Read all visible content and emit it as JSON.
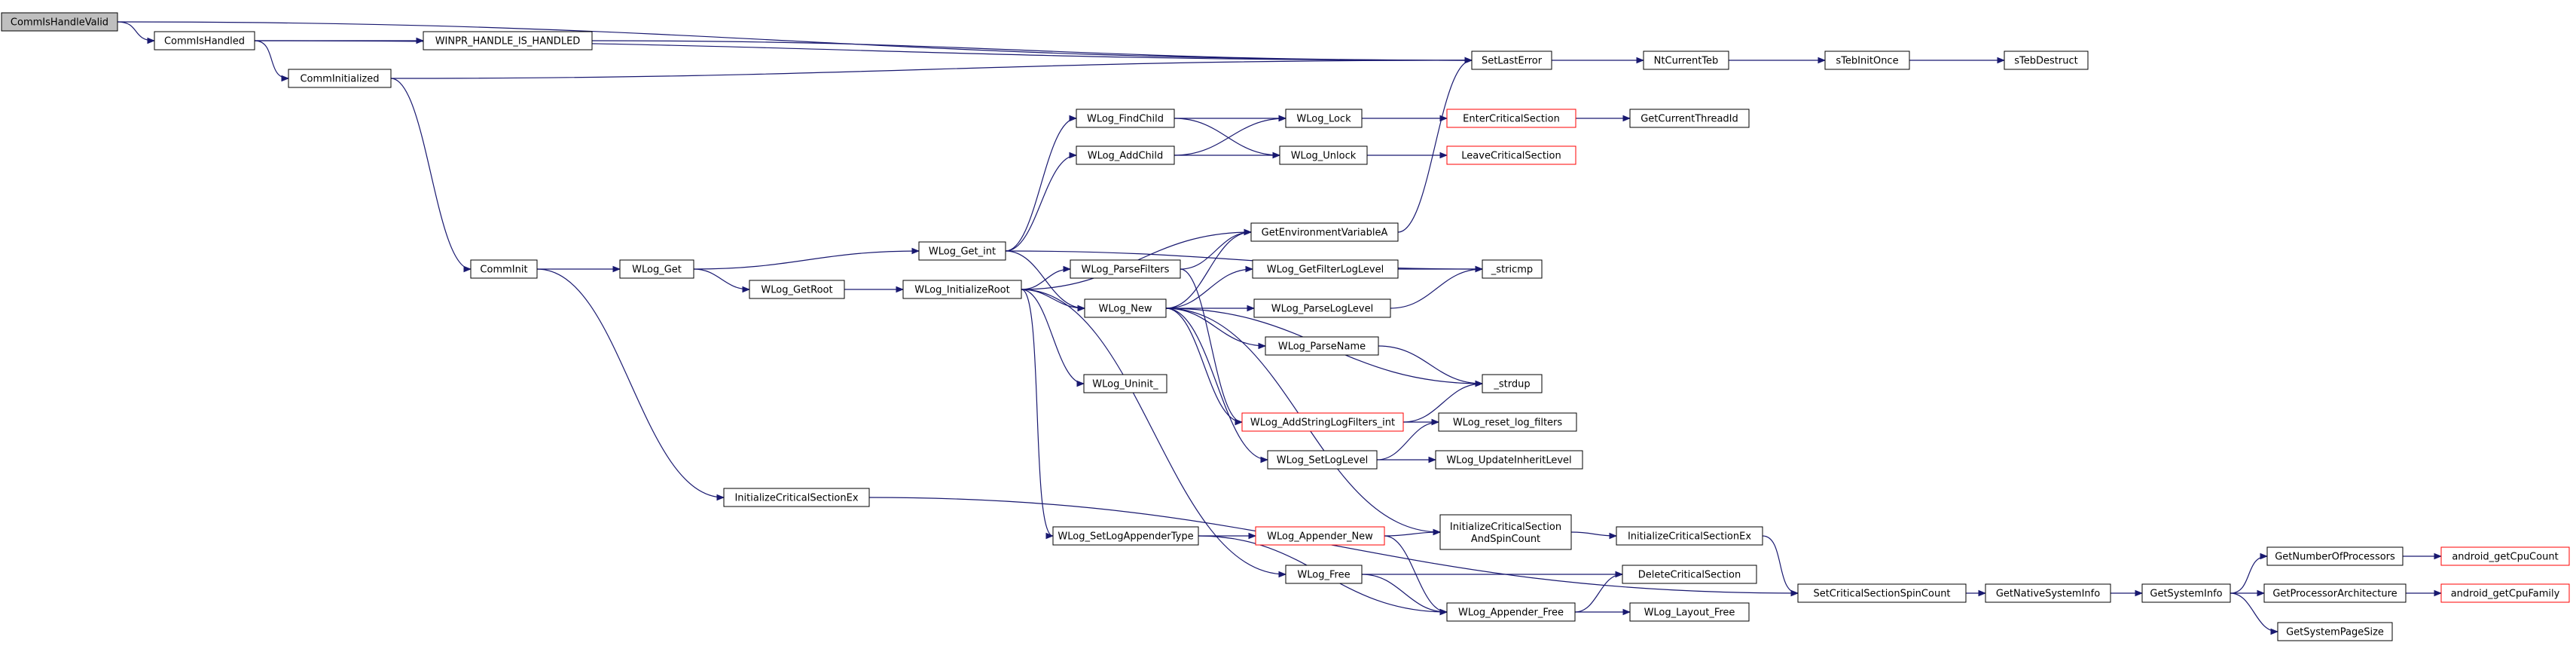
{
  "colors": {
    "edge": "#191970",
    "node_border": "#000000",
    "node_border_truncated": "#ff0000",
    "node_fill": "#ffffff",
    "root_fill": "#bfbfbf",
    "text": "#000000",
    "text_truncated": "#ff0000"
  },
  "graph": {
    "root": "CommIsHandleValid",
    "nodes": [
      {
        "id": "CommIsHandleValid",
        "label": "CommIsHandleValid",
        "root": true
      },
      {
        "id": "CommIsHandled",
        "label": "CommIsHandled"
      },
      {
        "id": "CommInitialized",
        "label": "CommInitialized"
      },
      {
        "id": "WINPR_HANDLE_IS_HANDLED",
        "label": "WINPR_HANDLE_IS_HANDLED"
      },
      {
        "id": "SetLastError",
        "label": "SetLastError"
      },
      {
        "id": "NtCurrentTeb",
        "label": "NtCurrentTeb"
      },
      {
        "id": "sTebInitOnce",
        "label": "sTebInitOnce"
      },
      {
        "id": "sTebDestruct",
        "label": "sTebDestruct"
      },
      {
        "id": "CommInit",
        "label": "CommInit"
      },
      {
        "id": "WLog_Get",
        "label": "WLog_Get"
      },
      {
        "id": "WLog_GetRoot",
        "label": "WLog_GetRoot"
      },
      {
        "id": "WLog_Get_int",
        "label": "WLog_Get_int"
      },
      {
        "id": "WLog_InitializeRoot",
        "label": "WLog_InitializeRoot"
      },
      {
        "id": "WLog_FindChild",
        "label": "WLog_FindChild"
      },
      {
        "id": "WLog_AddChild",
        "label": "WLog_AddChild"
      },
      {
        "id": "WLog_Lock",
        "label": "WLog_Lock"
      },
      {
        "id": "WLog_Unlock",
        "label": "WLog_Unlock"
      },
      {
        "id": "EnterCriticalSection",
        "label": "EnterCriticalSection",
        "truncated": true
      },
      {
        "id": "LeaveCriticalSection",
        "label": "LeaveCriticalSection",
        "truncated": true
      },
      {
        "id": "GetCurrentThreadId",
        "label": "GetCurrentThreadId"
      },
      {
        "id": "GetEnvironmentVariableA",
        "label": "GetEnvironmentVariableA"
      },
      {
        "id": "WLog_ParseFilters",
        "label": "WLog_ParseFilters"
      },
      {
        "id": "WLog_GetFilterLogLevel",
        "label": "WLog_GetFilterLogLevel"
      },
      {
        "id": "_stricmp",
        "label": "_stricmp"
      },
      {
        "id": "WLog_New",
        "label": "WLog_New"
      },
      {
        "id": "WLog_ParseLogLevel",
        "label": "WLog_ParseLogLevel"
      },
      {
        "id": "WLog_ParseName",
        "label": "WLog_ParseName"
      },
      {
        "id": "_strdup",
        "label": "_strdup"
      },
      {
        "id": "WLog_Uninit_",
        "label": "WLog_Uninit_"
      },
      {
        "id": "WLog_AddStringLogFilters_int",
        "label": "WLog_AddStringLogFilters_int",
        "truncated": true
      },
      {
        "id": "WLog_reset_log_filters",
        "label": "WLog_reset_log_filters"
      },
      {
        "id": "WLog_SetLogLevel",
        "label": "WLog_SetLogLevel"
      },
      {
        "id": "WLog_UpdateInheritLevel",
        "label": "WLog_UpdateInheritLevel"
      },
      {
        "id": "InitializeCriticalSectionEx_left",
        "label": "InitializeCriticalSectionEx"
      },
      {
        "id": "WLog_SetLogAppenderType",
        "label": "WLog_SetLogAppenderType"
      },
      {
        "id": "WLog_Appender_New",
        "label": "WLog_Appender_New",
        "truncated": true
      },
      {
        "id": "InitializeCriticalSectionAndSpinCount",
        "label": "InitializeCriticalSection\nAndSpinCount"
      },
      {
        "id": "InitializeCriticalSectionEx_right",
        "label": "InitializeCriticalSectionEx"
      },
      {
        "id": "WLog_Free",
        "label": "WLog_Free"
      },
      {
        "id": "DeleteCriticalSection",
        "label": "DeleteCriticalSection"
      },
      {
        "id": "WLog_Appender_Free",
        "label": "WLog_Appender_Free"
      },
      {
        "id": "WLog_Layout_Free",
        "label": "WLog_Layout_Free"
      },
      {
        "id": "SetCriticalSectionSpinCount",
        "label": "SetCriticalSectionSpinCount"
      },
      {
        "id": "GetNativeSystemInfo",
        "label": "GetNativeSystemInfo"
      },
      {
        "id": "GetSystemInfo",
        "label": "GetSystemInfo"
      },
      {
        "id": "GetNumberOfProcessors",
        "label": "GetNumberOfProcessors"
      },
      {
        "id": "GetProcessorArchitecture",
        "label": "GetProcessorArchitecture"
      },
      {
        "id": "GetSystemPageSize",
        "label": "GetSystemPageSize"
      },
      {
        "id": "android_getCpuCount",
        "label": "android_getCpuCount",
        "truncated": true
      },
      {
        "id": "android_getCpuFamily",
        "label": "android_getCpuFamily",
        "truncated": true
      }
    ],
    "edges": [
      [
        "CommIsHandleValid",
        "CommIsHandled"
      ],
      [
        "CommIsHandleValid",
        "SetLastError"
      ],
      [
        "CommIsHandled",
        "WINPR_HANDLE_IS_HANDLED"
      ],
      [
        "CommIsHandled",
        "SetLastError"
      ],
      [
        "CommIsHandled",
        "CommInitialized"
      ],
      [
        "WINPR_HANDLE_IS_HANDLED",
        "SetLastError"
      ],
      [
        "CommInitialized",
        "SetLastError"
      ],
      [
        "CommInitialized",
        "CommInit"
      ],
      [
        "SetLastError",
        "NtCurrentTeb"
      ],
      [
        "NtCurrentTeb",
        "sTebInitOnce"
      ],
      [
        "sTebInitOnce",
        "sTebDestruct"
      ],
      [
        "CommInit",
        "WLog_Get"
      ],
      [
        "CommInit",
        "InitializeCriticalSectionEx_left"
      ],
      [
        "WLog_Get",
        "WLog_Get_int"
      ],
      [
        "WLog_Get",
        "WLog_GetRoot"
      ],
      [
        "WLog_GetRoot",
        "WLog_InitializeRoot"
      ],
      [
        "WLog_Get_int",
        "WLog_FindChild"
      ],
      [
        "WLog_Get_int",
        "WLog_AddChild"
      ],
      [
        "WLog_Get_int",
        "WLog_New"
      ],
      [
        "WLog_Get_int",
        "_stricmp"
      ],
      [
        "WLog_FindChild",
        "WLog_Lock"
      ],
      [
        "WLog_FindChild",
        "WLog_Unlock"
      ],
      [
        "WLog_AddChild",
        "WLog_Lock"
      ],
      [
        "WLog_AddChild",
        "WLog_Unlock"
      ],
      [
        "WLog_Lock",
        "EnterCriticalSection"
      ],
      [
        "WLog_Unlock",
        "LeaveCriticalSection"
      ],
      [
        "EnterCriticalSection",
        "GetCurrentThreadId"
      ],
      [
        "WLog_InitializeRoot",
        "GetEnvironmentVariableA"
      ],
      [
        "WLog_InitializeRoot",
        "WLog_ParseFilters"
      ],
      [
        "WLog_InitializeRoot",
        "WLog_New"
      ],
      [
        "WLog_InitializeRoot",
        "WLog_Uninit_"
      ],
      [
        "WLog_InitializeRoot",
        "WLog_SetLogAppenderType"
      ],
      [
        "WLog_InitializeRoot",
        "WLog_Free"
      ],
      [
        "GetEnvironmentVariableA",
        "SetLastError"
      ],
      [
        "WLog_ParseFilters",
        "GetEnvironmentVariableA"
      ],
      [
        "WLog_ParseFilters",
        "WLog_AddStringLogFilters_int"
      ],
      [
        "WLog_New",
        "GetEnvironmentVariableA"
      ],
      [
        "WLog_New",
        "WLog_GetFilterLogLevel"
      ],
      [
        "WLog_New",
        "WLog_ParseLogLevel"
      ],
      [
        "WLog_New",
        "WLog_ParseName"
      ],
      [
        "WLog_New",
        "_strdup"
      ],
      [
        "WLog_New",
        "WLog_AddStringLogFilters_int"
      ],
      [
        "WLog_New",
        "WLog_SetLogLevel"
      ],
      [
        "WLog_New",
        "InitializeCriticalSectionAndSpinCount"
      ],
      [
        "WLog_GetFilterLogLevel",
        "_stricmp"
      ],
      [
        "WLog_ParseLogLevel",
        "_stricmp"
      ],
      [
        "WLog_ParseName",
        "_strdup"
      ],
      [
        "WLog_AddStringLogFilters_int",
        "_strdup"
      ],
      [
        "WLog_AddStringLogFilters_int",
        "WLog_reset_log_filters"
      ],
      [
        "WLog_SetLogLevel",
        "WLog_reset_log_filters"
      ],
      [
        "WLog_SetLogLevel",
        "WLog_UpdateInheritLevel"
      ],
      [
        "InitializeCriticalSectionEx_left",
        "SetCriticalSectionSpinCount"
      ],
      [
        "WLog_SetLogAppenderType",
        "WLog_Appender_New"
      ],
      [
        "WLog_SetLogAppenderType",
        "WLog_Appender_Free"
      ],
      [
        "WLog_Appender_New",
        "InitializeCriticalSectionAndSpinCount"
      ],
      [
        "WLog_Appender_New",
        "WLog_Appender_Free"
      ],
      [
        "InitializeCriticalSectionAndSpinCount",
        "InitializeCriticalSectionEx_right"
      ],
      [
        "InitializeCriticalSectionEx_right",
        "SetCriticalSectionSpinCount"
      ],
      [
        "WLog_Free",
        "DeleteCriticalSection"
      ],
      [
        "WLog_Free",
        "WLog_Appender_Free"
      ],
      [
        "WLog_Appender_Free",
        "DeleteCriticalSection"
      ],
      [
        "WLog_Appender_Free",
        "WLog_Layout_Free"
      ],
      [
        "SetCriticalSectionSpinCount",
        "GetNativeSystemInfo"
      ],
      [
        "GetNativeSystemInfo",
        "GetSystemInfo"
      ],
      [
        "GetSystemInfo",
        "GetNumberOfProcessors"
      ],
      [
        "GetSystemInfo",
        "GetProcessorArchitecture"
      ],
      [
        "GetSystemInfo",
        "GetSystemPageSize"
      ],
      [
        "GetNumberOfProcessors",
        "android_getCpuCount"
      ],
      [
        "GetProcessorArchitecture",
        "android_getCpuFamily"
      ]
    ]
  }
}
